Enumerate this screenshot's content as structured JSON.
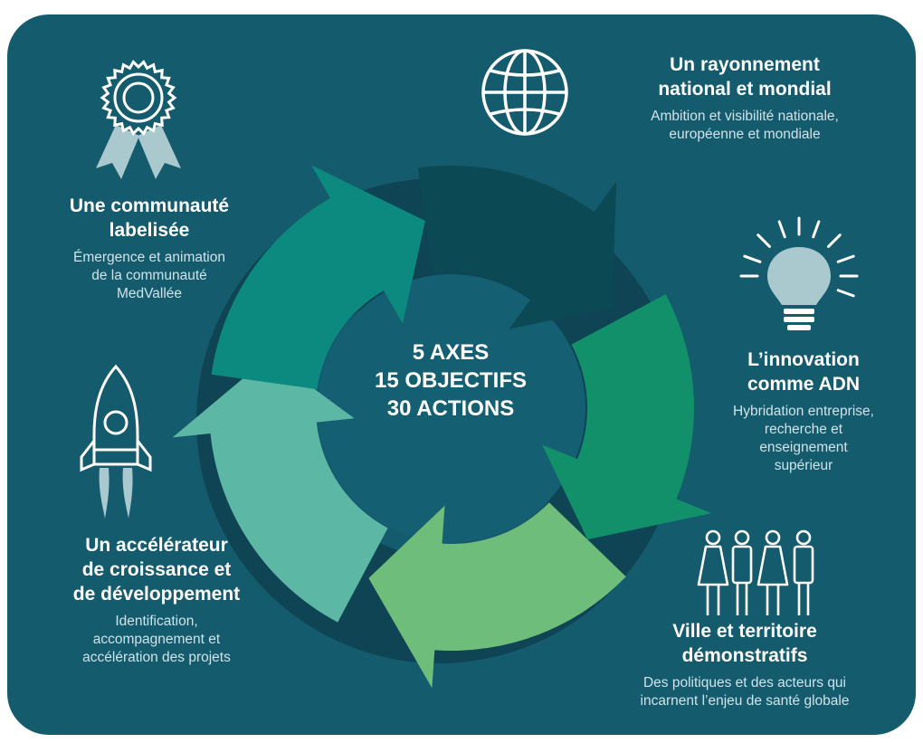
{
  "center": {
    "line1": "5 AXES",
    "line2": "15 OBJECTIFS",
    "line3": "30 ACTIONS"
  },
  "axes": [
    {
      "id": "communaute",
      "title1": "Une communauté",
      "title2": "labelisée",
      "title3": "",
      "desc1": "Émergence et animation",
      "desc2": "de la communauté",
      "desc3": "MedVallée",
      "icon": "award-ribbon-icon"
    },
    {
      "id": "rayonnement",
      "title1": "Un rayonnement",
      "title2": "national et mondial",
      "title3": "",
      "desc1": "Ambition et visibilité nationale,",
      "desc2": "européenne et mondiale",
      "desc3": "",
      "icon": "globe-icon"
    },
    {
      "id": "innovation",
      "title1": "L’innovation",
      "title2": "comme ADN",
      "title3": "",
      "desc1": "Hybridation entreprise,",
      "desc2": "recherche et",
      "desc3": "enseignement",
      "desc4": "supérieur",
      "icon": "lightbulb-icon"
    },
    {
      "id": "ville",
      "title1": "Ville et territoire",
      "title2": "démonstratifs",
      "title3": "",
      "desc1": "Des politiques et des acteurs qui",
      "desc2": "incarnent l’enjeu de santé globale",
      "desc3": "",
      "icon": "people-icon"
    },
    {
      "id": "accelerateur",
      "title1": "Un accélérateur",
      "title2": "de croissance et",
      "title3": "de développement",
      "desc1": "Identification,",
      "desc2": "accompagnement et",
      "desc3": "accélération des projets",
      "icon": "rocket-icon"
    }
  ],
  "colors": {
    "background": "#145b6e",
    "arrow_dark": "#0b4a55",
    "arrow_teal": "#0d8a80",
    "arrow_green": "#12906a",
    "arrow_lightgreen": "#6fbd7b",
    "arrow_mint": "#5cb8a4"
  }
}
